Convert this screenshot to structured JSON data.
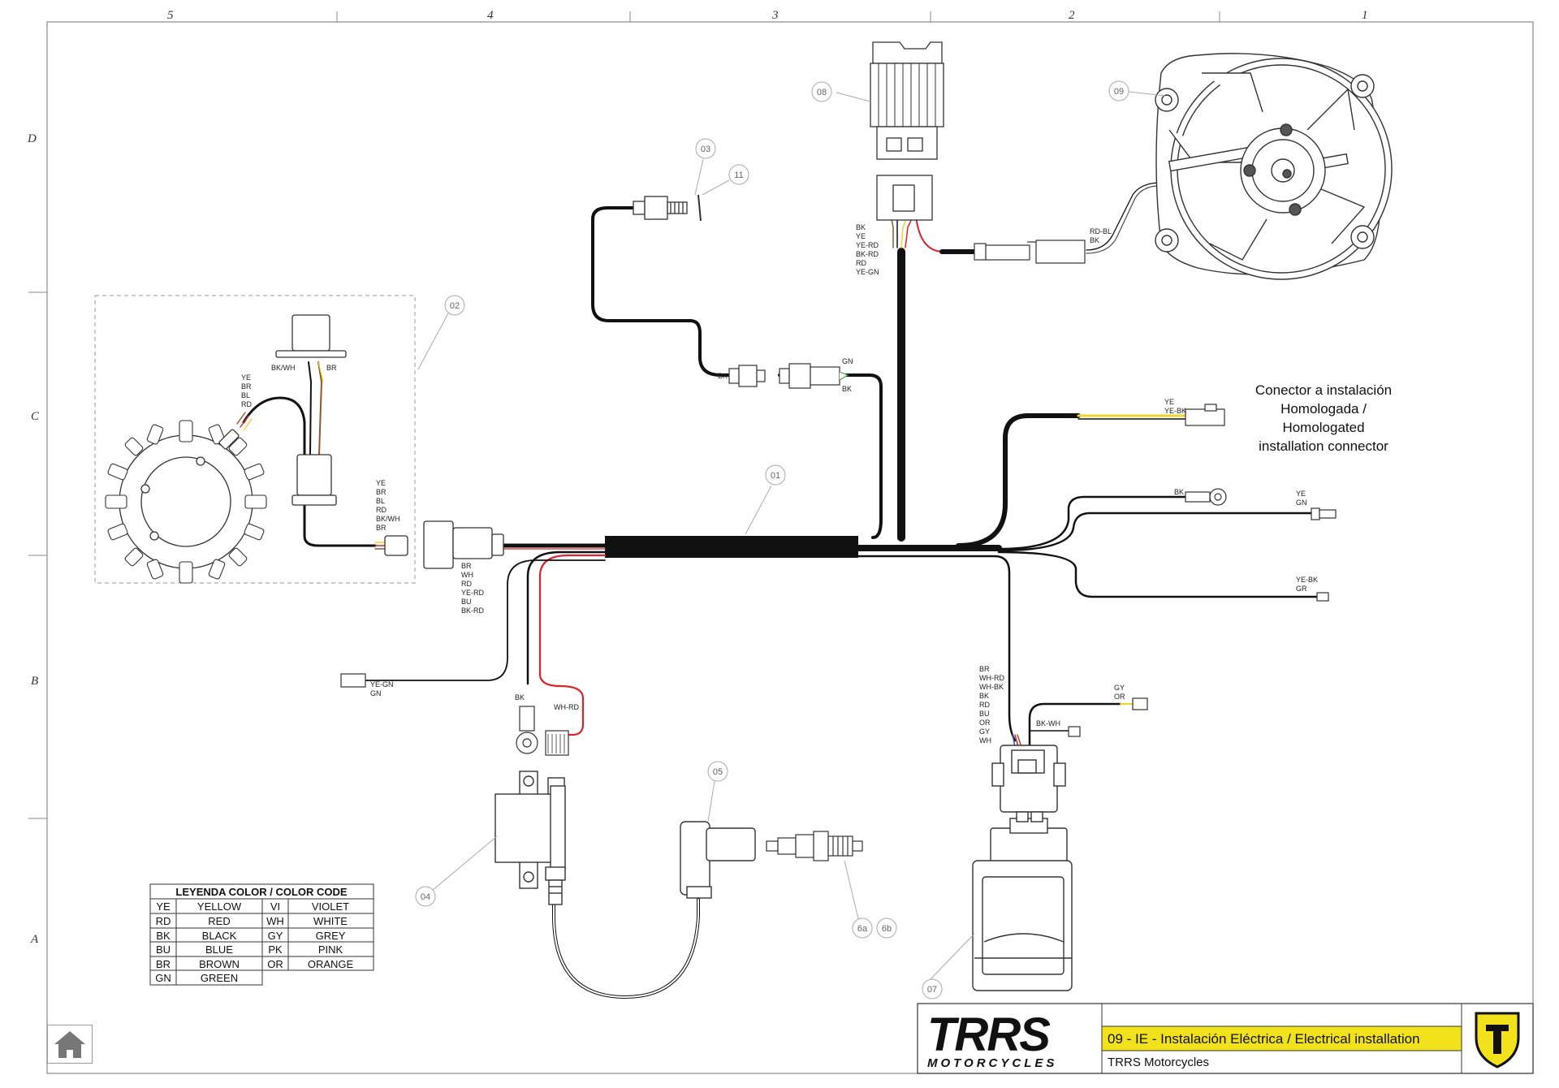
{
  "grid": {
    "columns": [
      "5",
      "4",
      "3",
      "2",
      "1"
    ],
    "rows": [
      "D",
      "C",
      "B",
      "A"
    ]
  },
  "callouts": [
    "01",
    "02",
    "03",
    "04",
    "05",
    "6a",
    "6b",
    "07",
    "08",
    "09",
    "11"
  ],
  "wire_labels": {
    "reg_group": [
      "BK",
      "YE",
      "YE-RD",
      "BK-RD",
      "RD",
      "YE-GN"
    ],
    "fan_group": [
      "RD-BL",
      "BK"
    ],
    "stator_group_a": [
      "YE",
      "BR",
      "BL",
      "RD"
    ],
    "pickup_bkwh": "BK/WH",
    "pickup_br": "BR",
    "stator_group_b": [
      "YE",
      "BR",
      "BL",
      "RD",
      "BK/WH",
      "BR"
    ],
    "main_group": [
      "BR",
      "WH",
      "RD",
      "YE-RD",
      "BU",
      "BK-RD"
    ],
    "sensor_bk": "BK",
    "gn_bk": [
      "GN",
      "BK"
    ],
    "homol": [
      "YE",
      "YE-BK"
    ],
    "ring_bk": "BK",
    "ye_gn_right": [
      "YE",
      "GN"
    ],
    "ye_bk_gr": [
      "YE-BK",
      "GR"
    ],
    "ye_gn_left": [
      "YE-GN",
      "GN"
    ],
    "coil_bk": "BK",
    "coil_whrd": "WH-RD",
    "cdi_group": [
      "BR",
      "WH-RD",
      "WH-BK",
      "BK",
      "RD",
      "BU",
      "OR",
      "GY",
      "WH"
    ],
    "gy_or": [
      "GY",
      "OR"
    ],
    "bk_wh": "BK-WH"
  },
  "note": [
    "Conector a  instalación",
    "Homologada /",
    "Homologated",
    "installation connector"
  ],
  "legend": {
    "title": "LEYENDA COLOR / COLOR CODE",
    "rows": [
      [
        "YE",
        "YELLOW",
        "VI",
        "VIOLET"
      ],
      [
        "RD",
        "RED",
        "WH",
        "WHITE"
      ],
      [
        "BK",
        "BLACK",
        "GY",
        "GREY"
      ],
      [
        "BU",
        "BLUE",
        "PK",
        "PINK"
      ],
      [
        "BR",
        "BROWN",
        "OR",
        "ORANGE"
      ],
      [
        "GN",
        "GREEN",
        "",
        ""
      ]
    ]
  },
  "title_block": {
    "logo_main": "TRRS",
    "logo_sub": "MOTORCYCLES",
    "title": "09 - IE - Instalación Eléctrica / Electrical installation",
    "company": "TRRS Motorcycles"
  },
  "colors": {
    "accent": "#f2e21b",
    "wire_red": "#d8262e",
    "wire_yellow": "#f0d42a",
    "wire_green": "#3aa44a",
    "wire_brown": "#8b5a2b",
    "wire_blue": "#2a5bd7"
  },
  "home_button": "home-icon"
}
